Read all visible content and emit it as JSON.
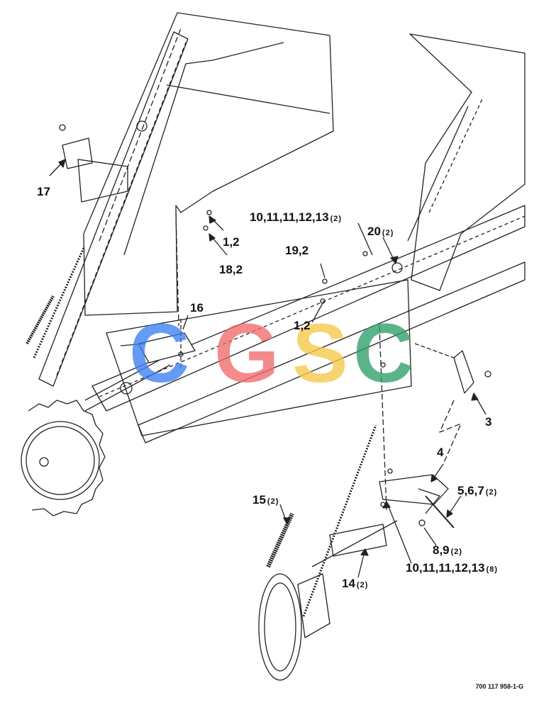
{
  "diagram": {
    "figure_number": "700 117 958-1-G",
    "callouts": [
      {
        "id": "c17",
        "label": "17",
        "qty": ""
      },
      {
        "id": "c12a",
        "label": "1,2",
        "qty": ""
      },
      {
        "id": "c182",
        "label": "18,2",
        "qty": ""
      },
      {
        "id": "c10a",
        "label": "10,11,11,12,13",
        "qty": "(2)"
      },
      {
        "id": "c20",
        "label": "20",
        "qty": "(2)"
      },
      {
        "id": "c192",
        "label": "19,2",
        "qty": ""
      },
      {
        "id": "c16",
        "label": "16",
        "qty": ""
      },
      {
        "id": "c12b",
        "label": "1,2",
        "qty": ""
      },
      {
        "id": "c3",
        "label": "3",
        "qty": ""
      },
      {
        "id": "c4",
        "label": "4",
        "qty": ""
      },
      {
        "id": "c567",
        "label": "5,6,7",
        "qty": "(2)"
      },
      {
        "id": "c15",
        "label": "15",
        "qty": "(2)"
      },
      {
        "id": "c89",
        "label": "8,9",
        "qty": "(2)"
      },
      {
        "id": "c10b",
        "label": "10,11,11,12,13",
        "qty": "(8)"
      },
      {
        "id": "c14",
        "label": "14",
        "qty": "(2)"
      }
    ],
    "watermark": {
      "letters": [
        "C",
        "G",
        "S",
        "C"
      ],
      "colors": [
        "#3b7ff2",
        "#f26b6b",
        "#f7c948",
        "#2e9e6a"
      ]
    }
  }
}
